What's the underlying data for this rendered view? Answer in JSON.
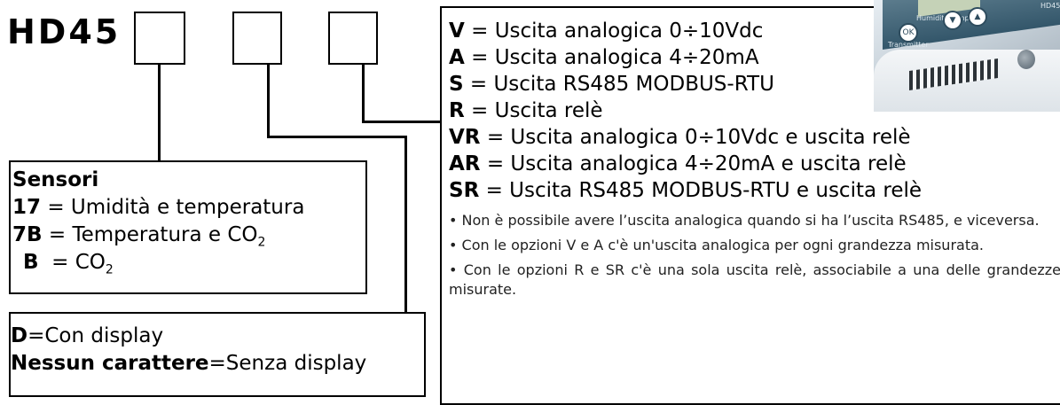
{
  "model": "HD45",
  "outputs": {
    "items": [
      {
        "code": "V",
        "text": " = Uscita analogica 0÷10Vdc"
      },
      {
        "code": "A",
        "text": " = Uscita analogica 4÷20mA"
      },
      {
        "code": "S",
        "text": " = Uscita RS485 MODBUS-RTU"
      },
      {
        "code": "R",
        "text": " = Uscita relè"
      },
      {
        "code": "VR",
        "text": " = Uscita analogica 0÷10Vdc e uscita relè"
      },
      {
        "code": "AR",
        "text": " = Uscita analogica 4÷20mA e uscita relè"
      },
      {
        "code": "SR",
        "text": " = Uscita RS485 MODBUS-RTU e uscita relè"
      }
    ],
    "notes": [
      "• Non è possibile avere l’uscita analogica quando si ha l’uscita RS485, e viceversa.",
      "• Con le opzioni V e A c'è un'uscita analogica per ogni grandezza misurata.",
      "• Con le opzioni R e SR c'è una sola uscita relè, associabile a una delle grandezze misurate."
    ]
  },
  "sensors": {
    "title": "Sensori",
    "items": [
      {
        "code": "17",
        "text": " = Umidità e temperatura",
        "sub": ""
      },
      {
        "code": "7B",
        "text": " = Temperatura e CO",
        "sub": "2"
      },
      {
        "code": "B",
        "text": "  = CO",
        "sub": "2"
      }
    ]
  },
  "display": {
    "line1_code": "D",
    "line1_text": "=Con display",
    "line2_code": "Nessun carattere",
    "line2_text": "=Senza display"
  },
  "photo": {
    "label_left": "Humidity-Temp",
    "label_bottom": "Transmitter",
    "label_right": "HD45",
    "button_label": "OK"
  }
}
